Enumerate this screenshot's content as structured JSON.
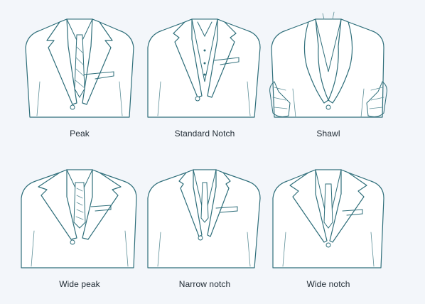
{
  "labels": {
    "peak": "Peak",
    "standard_notch": "Standard Notch",
    "shawl": "Shawl",
    "wide_peak": "Wide peak",
    "narrow_notch": "Narrow notch",
    "wide_notch": "Wide notch"
  },
  "icons": [
    "peak-lapel-jacket-icon",
    "standard-notch-lapel-jacket-icon",
    "shawl-lapel-jacket-icon",
    "wide-peak-lapel-jacket-icon",
    "narrow-notch-lapel-jacket-icon",
    "wide-notch-lapel-jacket-icon"
  ],
  "colors": {
    "background": "#f3f6fa",
    "line": "#2e6e7a",
    "fill": "#ffffff",
    "label": "#1f2a33"
  }
}
